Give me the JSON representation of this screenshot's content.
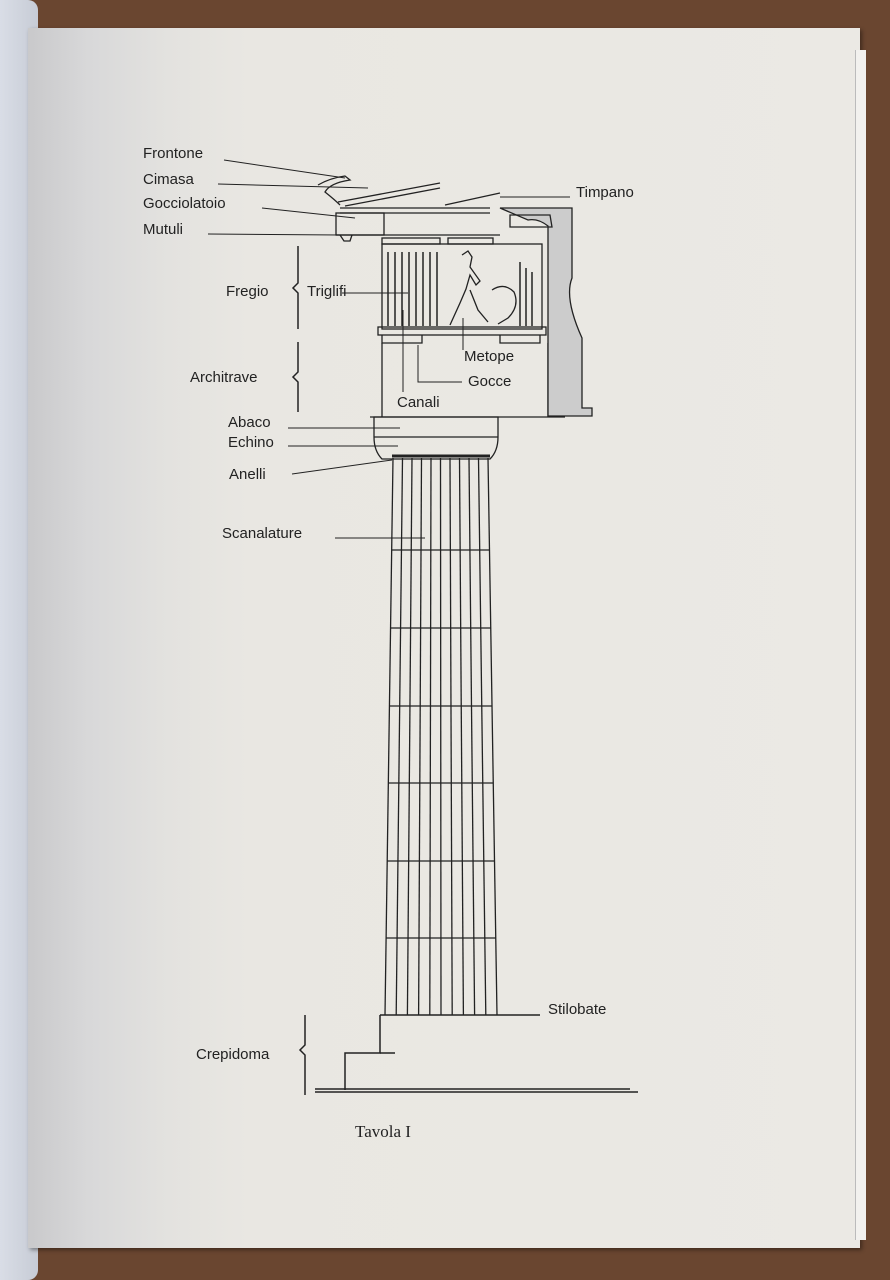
{
  "labels": {
    "frontone": "Frontone",
    "cimasa": "Cimasa",
    "gocciolatoio": "Gocciolatoio",
    "mutuli": "Mutuli",
    "timpano": "Timpano",
    "fregio": "Fregio",
    "triglifi": "Triglifi",
    "architrave": "Architrave",
    "metope": "Metope",
    "gocce": "Gocce",
    "canali": "Canali",
    "abaco": "Abaco",
    "echino": "Echino",
    "anelli": "Anelli",
    "scanalature": "Scanalature",
    "stilobate": "Stilobate",
    "crepidoma": "Crepidoma"
  },
  "caption": "Tavola I"
}
